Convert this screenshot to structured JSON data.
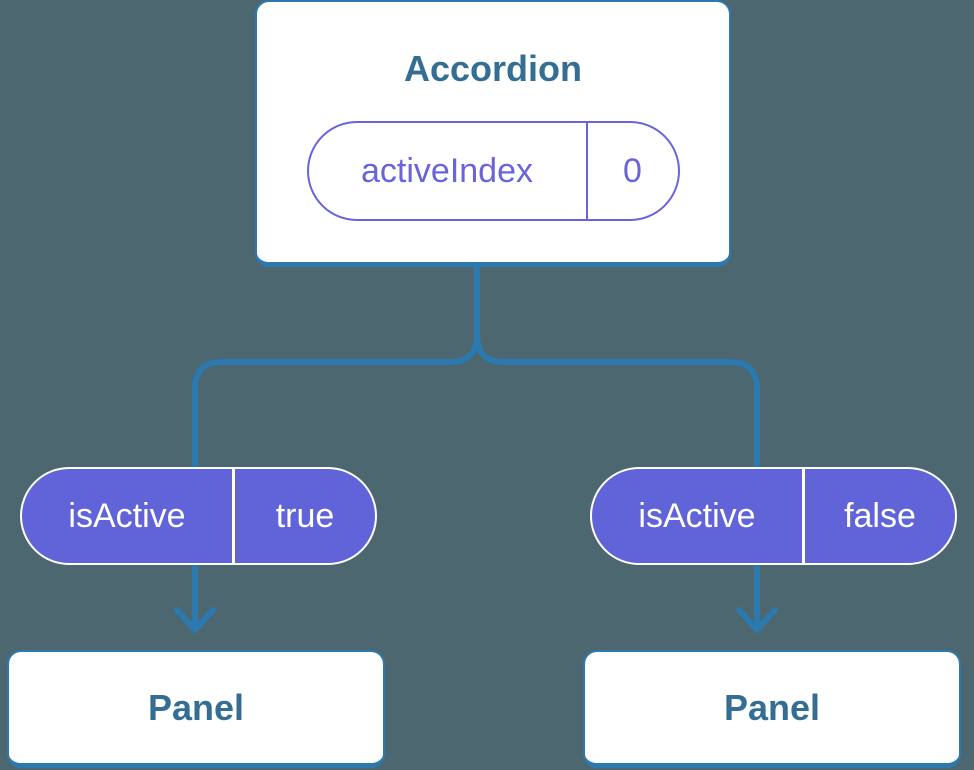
{
  "diagram": {
    "root": {
      "title": "Accordion",
      "state": {
        "key": "activeIndex",
        "value": "0"
      }
    },
    "props": [
      {
        "name": "isActive",
        "value": "true"
      },
      {
        "name": "isActive",
        "value": "false"
      }
    ],
    "children": [
      {
        "title": "Panel"
      },
      {
        "title": "Panel"
      }
    ]
  },
  "colors": {
    "background": "#4d6770",
    "connector_blue": "#2b79ae",
    "card_border": "#2b79ae",
    "heading_text": "#346f93",
    "state_purple": "#6a64dc",
    "prop_pill_fill": "#6164d8",
    "card_background": "#ffffff",
    "prop_text": "#ffffff"
  }
}
